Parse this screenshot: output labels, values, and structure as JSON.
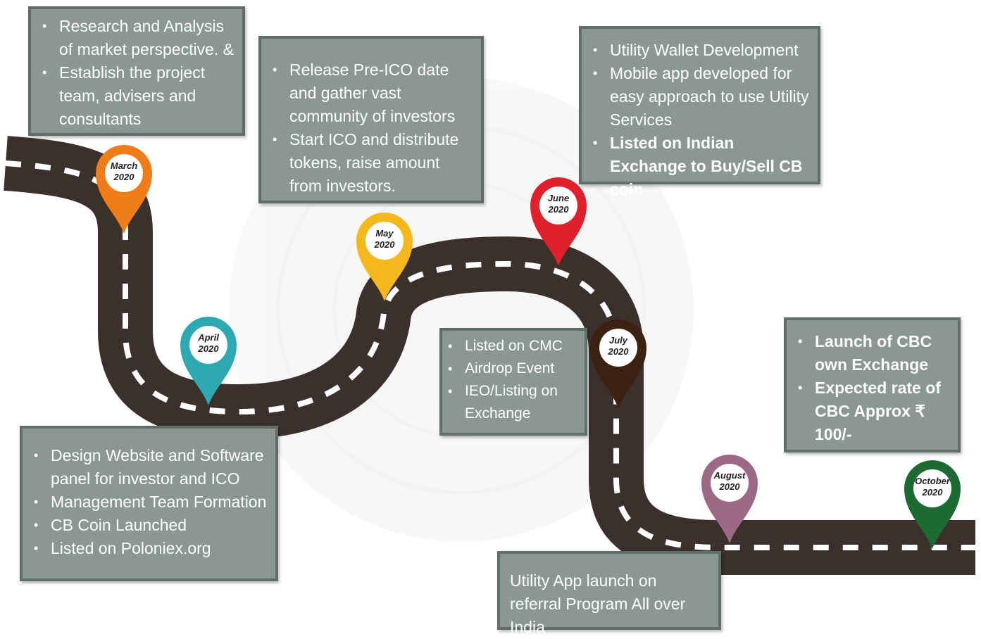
{
  "milestones": [
    {
      "month": "March",
      "year": "2020",
      "color": "#f07d1a"
    },
    {
      "month": "April",
      "year": "2020",
      "color": "#2ea9b3"
    },
    {
      "month": "May",
      "year": "2020",
      "color": "#f5b81c"
    },
    {
      "month": "June",
      "year": "2020",
      "color": "#e0202a"
    },
    {
      "month": "July",
      "year": "2020",
      "color": "#3c2210"
    },
    {
      "month": "August",
      "year": "2020",
      "color": "#9c6a86"
    },
    {
      "month": "October",
      "year": "2020",
      "color": "#1e6a33"
    }
  ],
  "boxes": {
    "march": {
      "items": [
        "Research and Analysis of market perspective. &",
        "Establish the project team, advisers and consultants"
      ]
    },
    "april": {
      "items": [
        "Design Website and Software panel for investor and ICO",
        "Management Team Formation",
        "CB Coin Launched",
        "Listed on Poloniex.org"
      ]
    },
    "may": {
      "items": [
        "Release Pre-ICO date and gather vast community of investors",
        "Start ICO and distribute tokens, raise amount from investors."
      ]
    },
    "june": {
      "items": [
        "Utility Wallet Development",
        "Mobile app developed for easy approach to use Utility Services"
      ],
      "bold_items": [
        "Listed on Indian Exchange to Buy/Sell CB coin"
      ]
    },
    "july": {
      "items": [
        "Listed on  CMC",
        "Airdrop Event",
        "IEO/Listing on Exchange"
      ]
    },
    "august": {
      "text": "Utility App launch on referral Program All over India"
    },
    "october": {
      "bold_items": [
        "Launch of CBC own Exchange",
        "Expected rate of CBC Approx ₹ 100/-"
      ]
    }
  },
  "colors": {
    "road": "#3b302c",
    "road_stripe": "#ffffff",
    "box_fill": "#8a9891",
    "box_border": "#5f6e67"
  }
}
